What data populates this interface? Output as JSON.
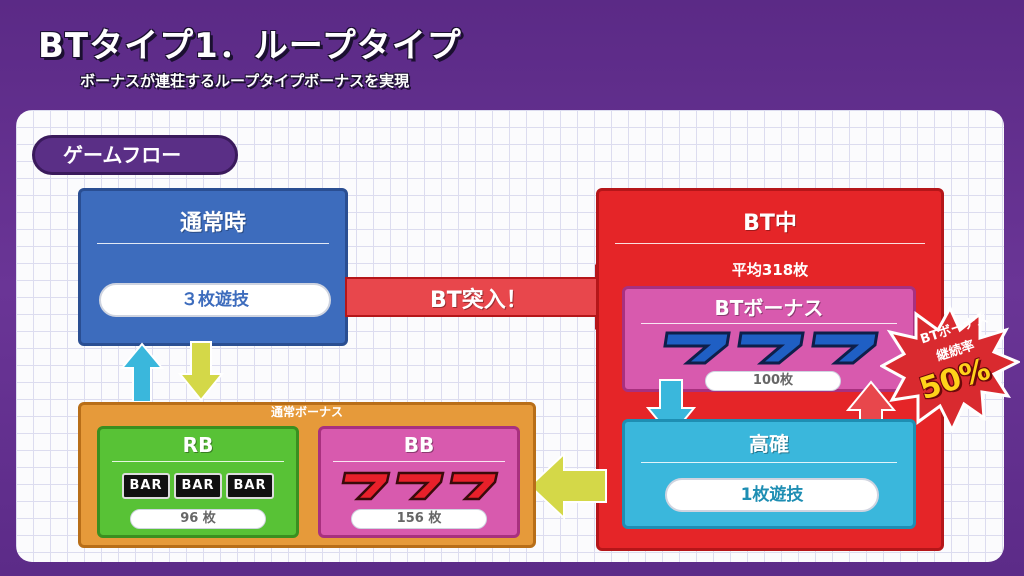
{
  "header": {
    "title": "BTタイプ1．ループタイプ",
    "subtitle": "ボーナスが連荘するループタイプボーナスを実現"
  },
  "section": {
    "label": "ゲームフロー"
  },
  "normal_time": {
    "title": "通常時",
    "play": "３枚遊技"
  },
  "bt_entry": {
    "label": "BT突入！"
  },
  "bt_mode": {
    "title": "BT中",
    "average": "平均318枚",
    "bonus": {
      "title": "BTボーナス",
      "payout": "100枚"
    },
    "kakuritsu": {
      "title": "高確",
      "play": "1枚遊技"
    }
  },
  "continue_badge": {
    "line1": "BTボーナス",
    "line2": "継続率",
    "rate": "50%"
  },
  "normal_bonus": {
    "label": "通常ボーナス",
    "rb": {
      "title": "RB",
      "symbol": "BAR",
      "payout": "96 枚"
    },
    "bb": {
      "title": "BB",
      "payout": "156 枚"
    }
  },
  "colors": {
    "background": "#5b2a86",
    "normal_box": "#3d6cbd",
    "bt_box": "#e52528",
    "bt_bonus_box": "#d85aae",
    "kakuritsu_box": "#3ab7dc",
    "normal_bonus_box": "#e69a3a",
    "rb_box": "#58c236",
    "bb_box": "#d85aae",
    "blue_seven": "#1f5fc4",
    "red_seven": "#e8202a"
  }
}
